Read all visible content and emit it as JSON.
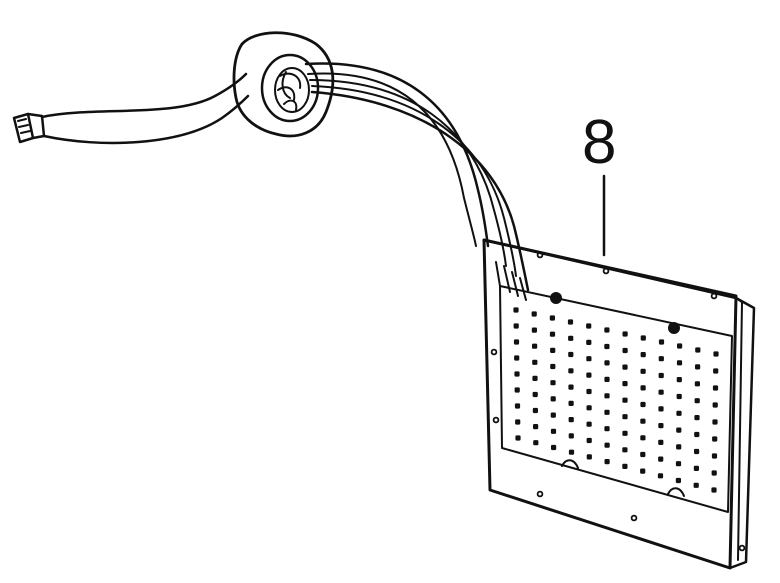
{
  "diagram": {
    "part_number": "8",
    "colors": {
      "ink": "#111111",
      "paper": "#ffffff"
    },
    "components": [
      {
        "name": "cable-connector-plug"
      },
      {
        "name": "single-cable"
      },
      {
        "name": "cable-grommet"
      },
      {
        "name": "wire-bundle"
      },
      {
        "name": "led-light-panel"
      }
    ],
    "led_grid": {
      "rows": 9,
      "columns": 12
    }
  }
}
